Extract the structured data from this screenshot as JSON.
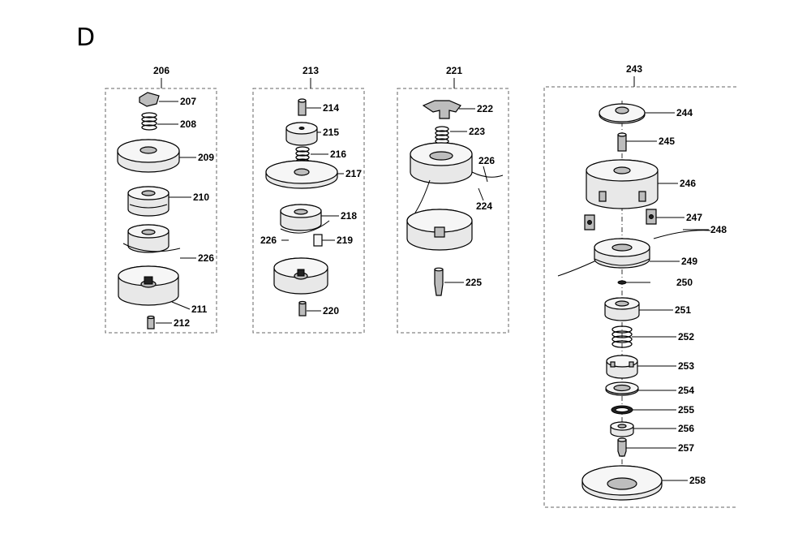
{
  "section_letter": "D",
  "groups": [
    {
      "id": "206",
      "parts": [
        "207",
        "208",
        "209",
        "210",
        "226",
        "211",
        "212"
      ]
    },
    {
      "id": "213",
      "parts": [
        "214",
        "215",
        "216",
        "217",
        "218",
        "226",
        "219",
        "220"
      ]
    },
    {
      "id": "221",
      "parts": [
        "222",
        "223",
        "226",
        "224",
        "225"
      ]
    },
    {
      "id": "243",
      "parts": [
        "244",
        "245",
        "246",
        "247",
        "248",
        "249",
        "250",
        "251",
        "252",
        "253",
        "254",
        "255",
        "256",
        "257",
        "258"
      ]
    }
  ]
}
